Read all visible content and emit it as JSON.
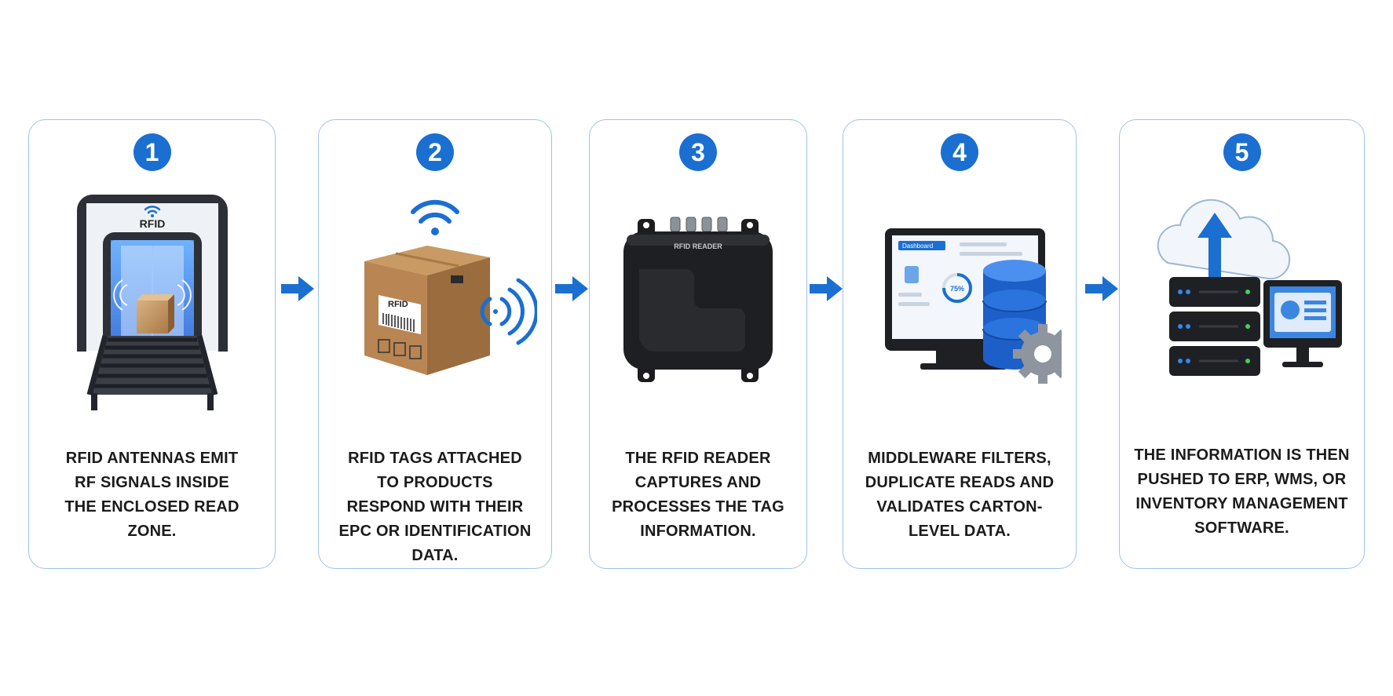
{
  "steps": [
    {
      "number": "1",
      "sign_text": "RFID",
      "description": "RFID ANTENNAS EMIT RF SIGNALS INSIDE THE ENCLOSED READ ZONE."
    },
    {
      "number": "2",
      "label_text": "RFID",
      "description": "RFID TAGS ATTACHED TO PRODUCTS RESPOND WITH THEIR EPC OR IDENTIFICATION DATA."
    },
    {
      "number": "3",
      "device_label": "RFID READER",
      "description": "THE RFID READER CAPTURES AND PROCESSES THE TAG INFORMATION."
    },
    {
      "number": "4",
      "dashboard_title": "Dashboard",
      "gauge_value": "75%",
      "description": "MIDDLEWARE FILTERS, DUPLICATE READS AND VALIDATES CARTON-LEVEL DATA."
    },
    {
      "number": "5",
      "description": "THE INFORMATION IS THEN PUSHED TO ERP, WMS, OR INVENTORY MANAGEMENT SOFTWARE."
    }
  ],
  "colors": {
    "accent": "#1a6fd1",
    "border": "#9ec3ea",
    "text": "#1b1b1b"
  },
  "icons": [
    "rfid-portal-icon",
    "tagged-box-icon",
    "rfid-reader-icon",
    "dashboard-database-icon",
    "cloud-server-icon",
    "right-arrow-icon"
  ]
}
